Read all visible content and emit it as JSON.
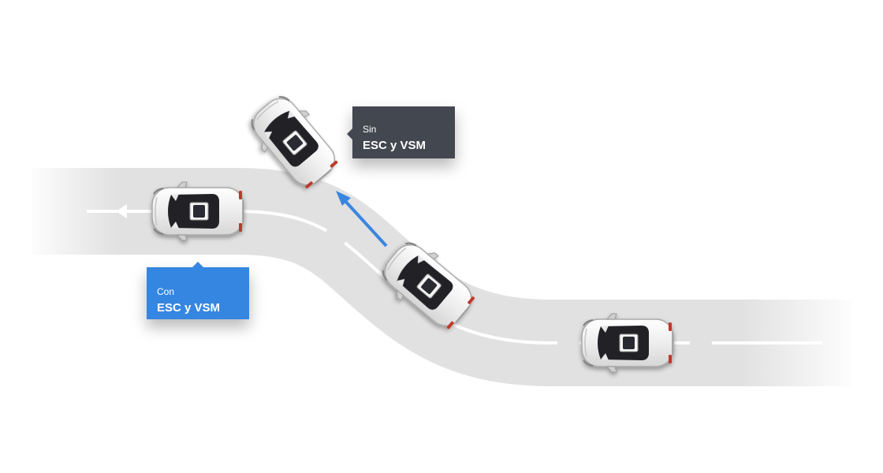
{
  "callout_without": {
    "small": "Sin",
    "big": "ESC y VSM"
  },
  "callout_with": {
    "small": "Con",
    "big": "ESC y VSM"
  },
  "colors": {
    "road": "#e1e1e1",
    "lane_marking": "#ffffff",
    "callout_without_bg": "#434750",
    "callout_with_bg": "#3586e0",
    "trajectory_arrow": "#3a86e0",
    "car_body": "#f2f2f2",
    "car_roof": "#1e1f22"
  }
}
